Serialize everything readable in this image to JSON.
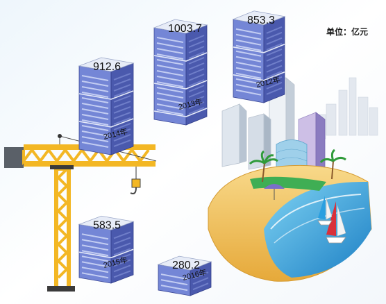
{
  "chart_data": {
    "type": "bar",
    "unit_label": "单位：亿元",
    "categories": [
      "2012年",
      "2013年",
      "2014年",
      "2015年",
      "2016年"
    ],
    "values": [
      853.3,
      1003.7,
      912.6,
      583.5,
      280.2
    ],
    "value_labels": [
      "853.3",
      "1003.7",
      "912.6",
      "583.5",
      "280.2"
    ],
    "title": "",
    "xlabel": "",
    "ylabel": ""
  },
  "colors": {
    "building_front": "#7486d6",
    "building_side": "#4a59ad",
    "building_top": "#e7ecf7",
    "crane": "#f3b724",
    "sea": "#2b98d6",
    "sand": "#f3c55d"
  },
  "icons": [
    "crane-icon",
    "city-skyline-icon",
    "sailboat-icon",
    "palm-tree-icon"
  ]
}
